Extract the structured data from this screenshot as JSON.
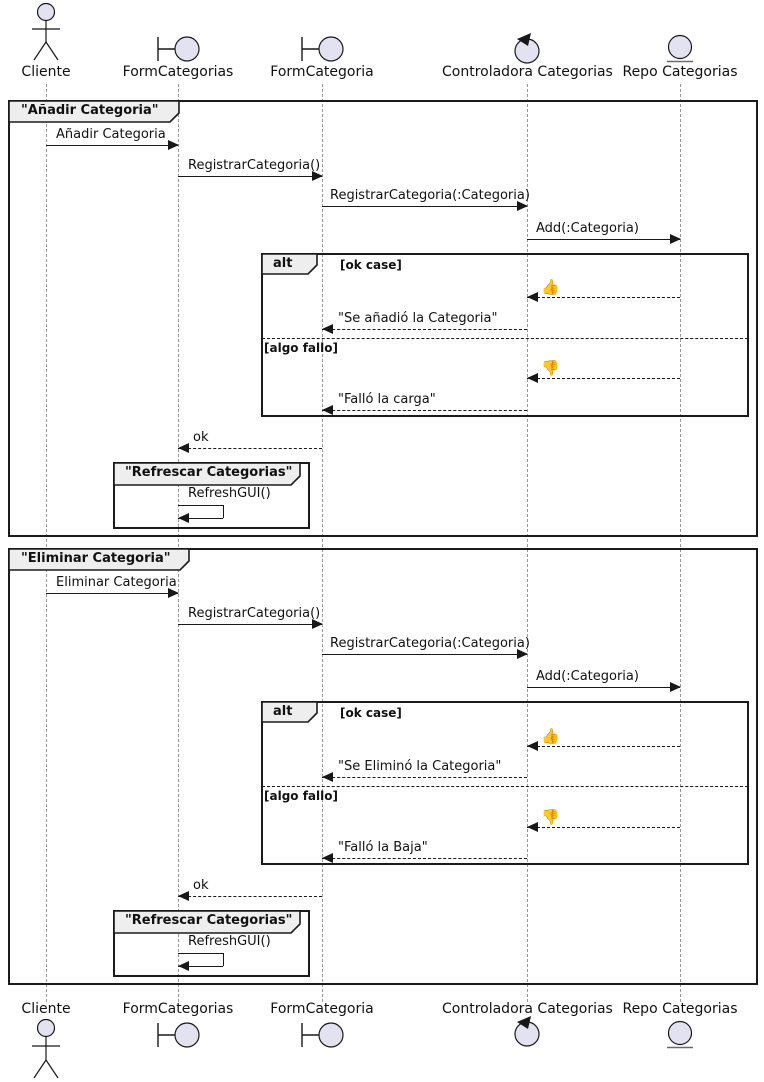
{
  "participants": [
    "Cliente",
    "FormCategorias",
    "FormCategoria",
    "Controladora Categorias",
    "Repo Categorias"
  ],
  "frame1": {
    "title": "\"Añadir Categoria\"",
    "messages": [
      "Añadir Categoria",
      "RegistrarCategoria()",
      "RegistrarCategoria(:Categoria)",
      "Add(:Categoria)",
      "👍",
      "\"Se añadió la Categoria\"",
      "👎",
      "\"Falló la carga\"",
      "ok",
      "RefreshGUI()"
    ],
    "alt": {
      "keyword": "alt",
      "guard_ok": "[ok case]",
      "guard_fail": "[algo fallo]"
    },
    "sub_title": "\"Refrescar Categorias\""
  },
  "frame2": {
    "title": "\"Eliminar Categoria\"",
    "messages": [
      "Eliminar Categoria",
      "RegistrarCategoria()",
      "RegistrarCategoria(:Categoria)",
      "Add(:Categoria)",
      "👍",
      "\"Se Eliminó la Categoria\"",
      "👎",
      "\"Falló la Baja\"",
      "ok",
      "RefreshGUI()"
    ],
    "alt": {
      "keyword": "alt",
      "guard_ok": "[ok case]",
      "guard_fail": "[algo fallo]"
    },
    "sub_title": "\"Refrescar Categorias\""
  },
  "colors": {
    "icon_fill": "#E2E2F0",
    "icon_stroke": "#181818",
    "frame_border": "#1b1b1b",
    "tab_bg": "#EEEEEE",
    "lifeline": "#999999",
    "arrow": "#181818",
    "text": "#111111"
  }
}
